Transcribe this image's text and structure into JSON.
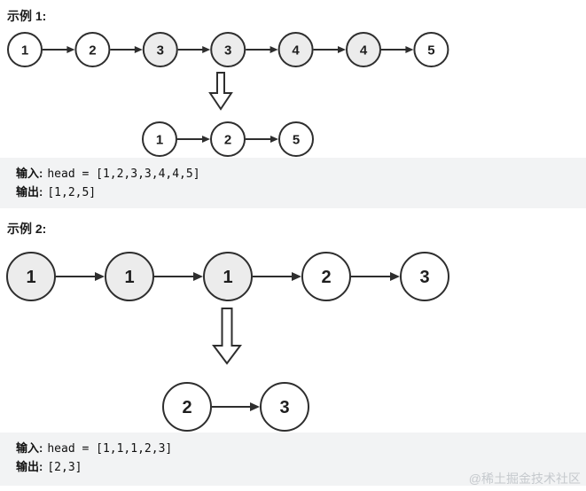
{
  "examples": [
    {
      "label": "示例 1:",
      "io": {
        "input_label": "输入:",
        "input_value": "head = [1,2,3,3,4,4,5]",
        "output_label": "输出:",
        "output_value": "[1,2,5]"
      },
      "diagram": {
        "type": "linked-list-transformation",
        "original_nodes": [
          {
            "value": "1",
            "shaded": false
          },
          {
            "value": "2",
            "shaded": false
          },
          {
            "value": "3",
            "shaded": true
          },
          {
            "value": "3",
            "shaded": true
          },
          {
            "value": "4",
            "shaded": true
          },
          {
            "value": "4",
            "shaded": true
          },
          {
            "value": "5",
            "shaded": false
          }
        ],
        "transform_icon": "hollow-down-arrow",
        "result_nodes": [
          {
            "value": "1",
            "shaded": false
          },
          {
            "value": "2",
            "shaded": false
          },
          {
            "value": "5",
            "shaded": false
          }
        ]
      }
    },
    {
      "label": "示例 2:",
      "io": {
        "input_label": "输入:",
        "input_value": "head = [1,1,1,2,3]",
        "output_label": "输出:",
        "output_value": "[2,3]"
      },
      "diagram": {
        "type": "linked-list-transformation",
        "original_nodes": [
          {
            "value": "1",
            "shaded": true
          },
          {
            "value": "1",
            "shaded": true
          },
          {
            "value": "1",
            "shaded": true
          },
          {
            "value": "2",
            "shaded": false
          },
          {
            "value": "3",
            "shaded": false
          }
        ],
        "transform_icon": "hollow-down-arrow",
        "result_nodes": [
          {
            "value": "2",
            "shaded": false
          },
          {
            "value": "3",
            "shaded": false
          }
        ]
      }
    }
  ],
  "watermark": "@稀土掘金技术社区",
  "colors": {
    "node_stroke": "#2e2e2e",
    "node_fill": "#ffffff",
    "node_fill_shaded": "#ececec",
    "node_text": "#1e1e1e",
    "arrow": "#2e2e2e",
    "box_bg": "#f2f3f4",
    "watermark": "#c5c9cd"
  }
}
